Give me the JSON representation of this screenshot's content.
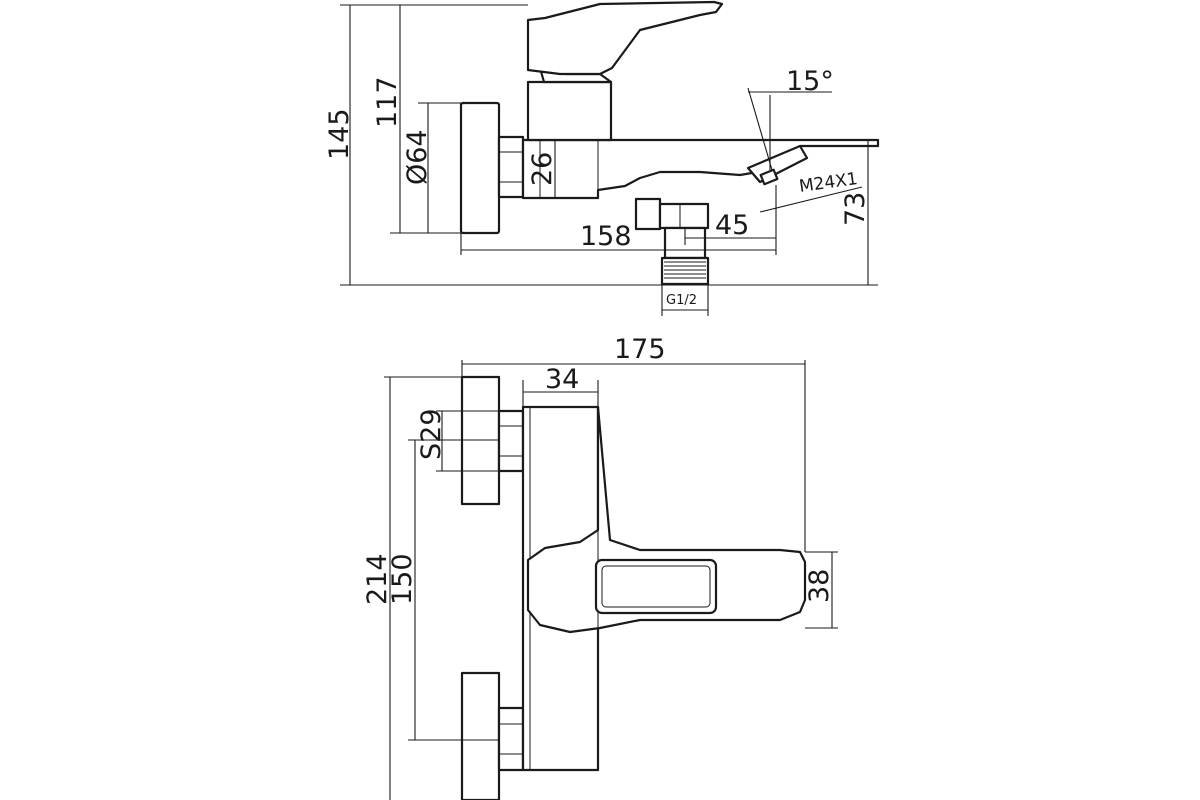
{
  "side_view": {
    "dim_total_height": "145",
    "dim_handle_height": "117",
    "dim_flange_diameter": "Ø64",
    "dim_body_height": "26",
    "dim_spout_angle": "15°",
    "dim_aerator_thread": "M24X1",
    "dim_spout_height": "73",
    "dim_depth": "158",
    "dim_spout_offset": "45",
    "dim_inlet_thread": "G1/2"
  },
  "top_view": {
    "dim_total_length": "175",
    "dim_body_width": "34",
    "dim_nut_size": "S29",
    "dim_total_width": "214",
    "dim_center_distance": "150",
    "dim_spout_width": "38"
  }
}
